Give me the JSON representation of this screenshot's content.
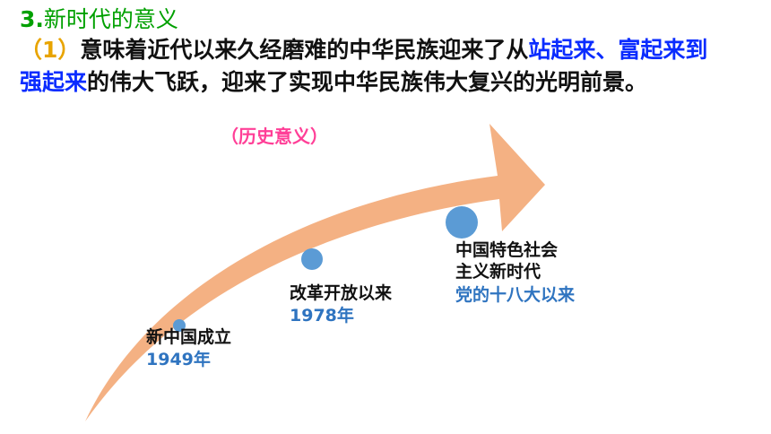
{
  "heading": {
    "number": "3.",
    "title": "新时代的意义"
  },
  "paragraph": {
    "open_paren": "（1）",
    "text_part1": "意味着近代以来久经磨难的中华民族迎来了从",
    "highlight": "站起来、富起来到强起来",
    "text_part2": "的伟大飞跃，迎来了实现中华民族伟大复兴的光明前景。"
  },
  "historical_meaning": "（历史意义）",
  "milestones": [
    {
      "label": "新中国成立",
      "year": "1949年"
    },
    {
      "label": "改革开放以来",
      "year": "1978年"
    },
    {
      "label": "中国特色社会主义新时代",
      "year": "党的十八大以来"
    }
  ],
  "colors": {
    "heading": "#00a000",
    "highlight": "#0a2cff",
    "meaning": "#ff3f97",
    "arrow": "#f4b183",
    "dot": "#5b9bd5",
    "year": "#2f74c0"
  }
}
